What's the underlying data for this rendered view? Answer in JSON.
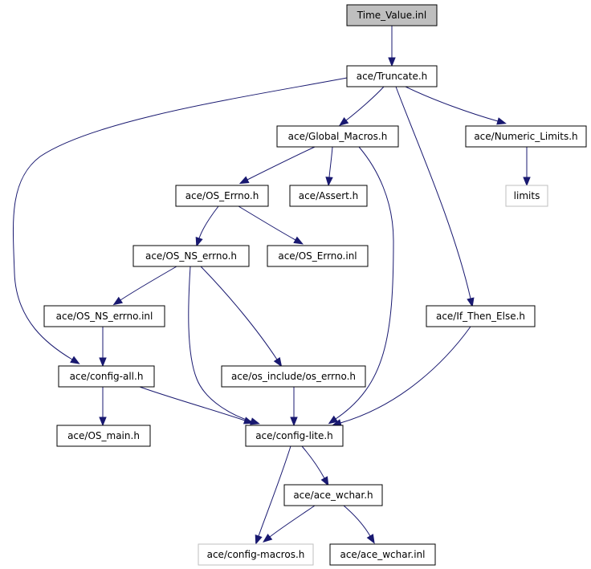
{
  "colors": {
    "edge": "#191970",
    "root_fill": "#bfbfbf",
    "node_border": "#000000",
    "external_border": "#bfbfbf",
    "background": "#ffffff"
  },
  "nodes": [
    {
      "id": "time_value_inl",
      "label": "Time_Value.inl",
      "role": "root"
    },
    {
      "id": "truncate_h",
      "label": "ace/Truncate.h",
      "role": "normal"
    },
    {
      "id": "global_macros_h",
      "label": "ace/Global_Macros.h",
      "role": "normal"
    },
    {
      "id": "numeric_limits_h",
      "label": "ace/Numeric_Limits.h",
      "role": "normal"
    },
    {
      "id": "limits",
      "label": "limits",
      "role": "external"
    },
    {
      "id": "os_errno_h",
      "label": "ace/OS_Errno.h",
      "role": "normal"
    },
    {
      "id": "assert_h",
      "label": "ace/Assert.h",
      "role": "normal"
    },
    {
      "id": "os_ns_errno_h",
      "label": "ace/OS_NS_errno.h",
      "role": "normal"
    },
    {
      "id": "os_errno_inl",
      "label": "ace/OS_Errno.inl",
      "role": "normal"
    },
    {
      "id": "os_ns_errno_inl",
      "label": "ace/OS_NS_errno.inl",
      "role": "normal"
    },
    {
      "id": "if_then_else_h",
      "label": "ace/If_Then_Else.h",
      "role": "normal"
    },
    {
      "id": "config_all_h",
      "label": "ace/config-all.h",
      "role": "normal"
    },
    {
      "id": "os_include_os_errno_h",
      "label": "ace/os_include/os_errno.h",
      "role": "normal"
    },
    {
      "id": "os_main_h",
      "label": "ace/OS_main.h",
      "role": "normal"
    },
    {
      "id": "config_lite_h",
      "label": "ace/config-lite.h",
      "role": "normal"
    },
    {
      "id": "ace_wchar_h",
      "label": "ace/ace_wchar.h",
      "role": "normal"
    },
    {
      "id": "config_macros_h",
      "label": "ace/config-macros.h",
      "role": "external"
    },
    {
      "id": "ace_wchar_inl",
      "label": "ace/ace_wchar.inl",
      "role": "normal"
    }
  ],
  "edges": [
    {
      "from": "time_value_inl",
      "to": "truncate_h"
    },
    {
      "from": "truncate_h",
      "to": "global_macros_h"
    },
    {
      "from": "truncate_h",
      "to": "numeric_limits_h"
    },
    {
      "from": "truncate_h",
      "to": "if_then_else_h"
    },
    {
      "from": "truncate_h",
      "to": "config_all_h"
    },
    {
      "from": "numeric_limits_h",
      "to": "limits"
    },
    {
      "from": "global_macros_h",
      "to": "os_errno_h"
    },
    {
      "from": "global_macros_h",
      "to": "assert_h"
    },
    {
      "from": "global_macros_h",
      "to": "config_lite_h"
    },
    {
      "from": "os_errno_h",
      "to": "os_ns_errno_h"
    },
    {
      "from": "os_errno_h",
      "to": "os_errno_inl"
    },
    {
      "from": "os_ns_errno_h",
      "to": "os_ns_errno_inl"
    },
    {
      "from": "os_ns_errno_h",
      "to": "os_include_os_errno_h"
    },
    {
      "from": "os_ns_errno_h",
      "to": "config_lite_h"
    },
    {
      "from": "os_ns_errno_inl",
      "to": "config_all_h"
    },
    {
      "from": "config_all_h",
      "to": "os_main_h"
    },
    {
      "from": "config_all_h",
      "to": "config_lite_h"
    },
    {
      "from": "os_include_os_errno_h",
      "to": "config_lite_h"
    },
    {
      "from": "if_then_else_h",
      "to": "config_lite_h"
    },
    {
      "from": "config_lite_h",
      "to": "ace_wchar_h"
    },
    {
      "from": "config_lite_h",
      "to": "config_macros_h"
    },
    {
      "from": "ace_wchar_h",
      "to": "config_macros_h"
    },
    {
      "from": "ace_wchar_h",
      "to": "ace_wchar_inl"
    }
  ]
}
